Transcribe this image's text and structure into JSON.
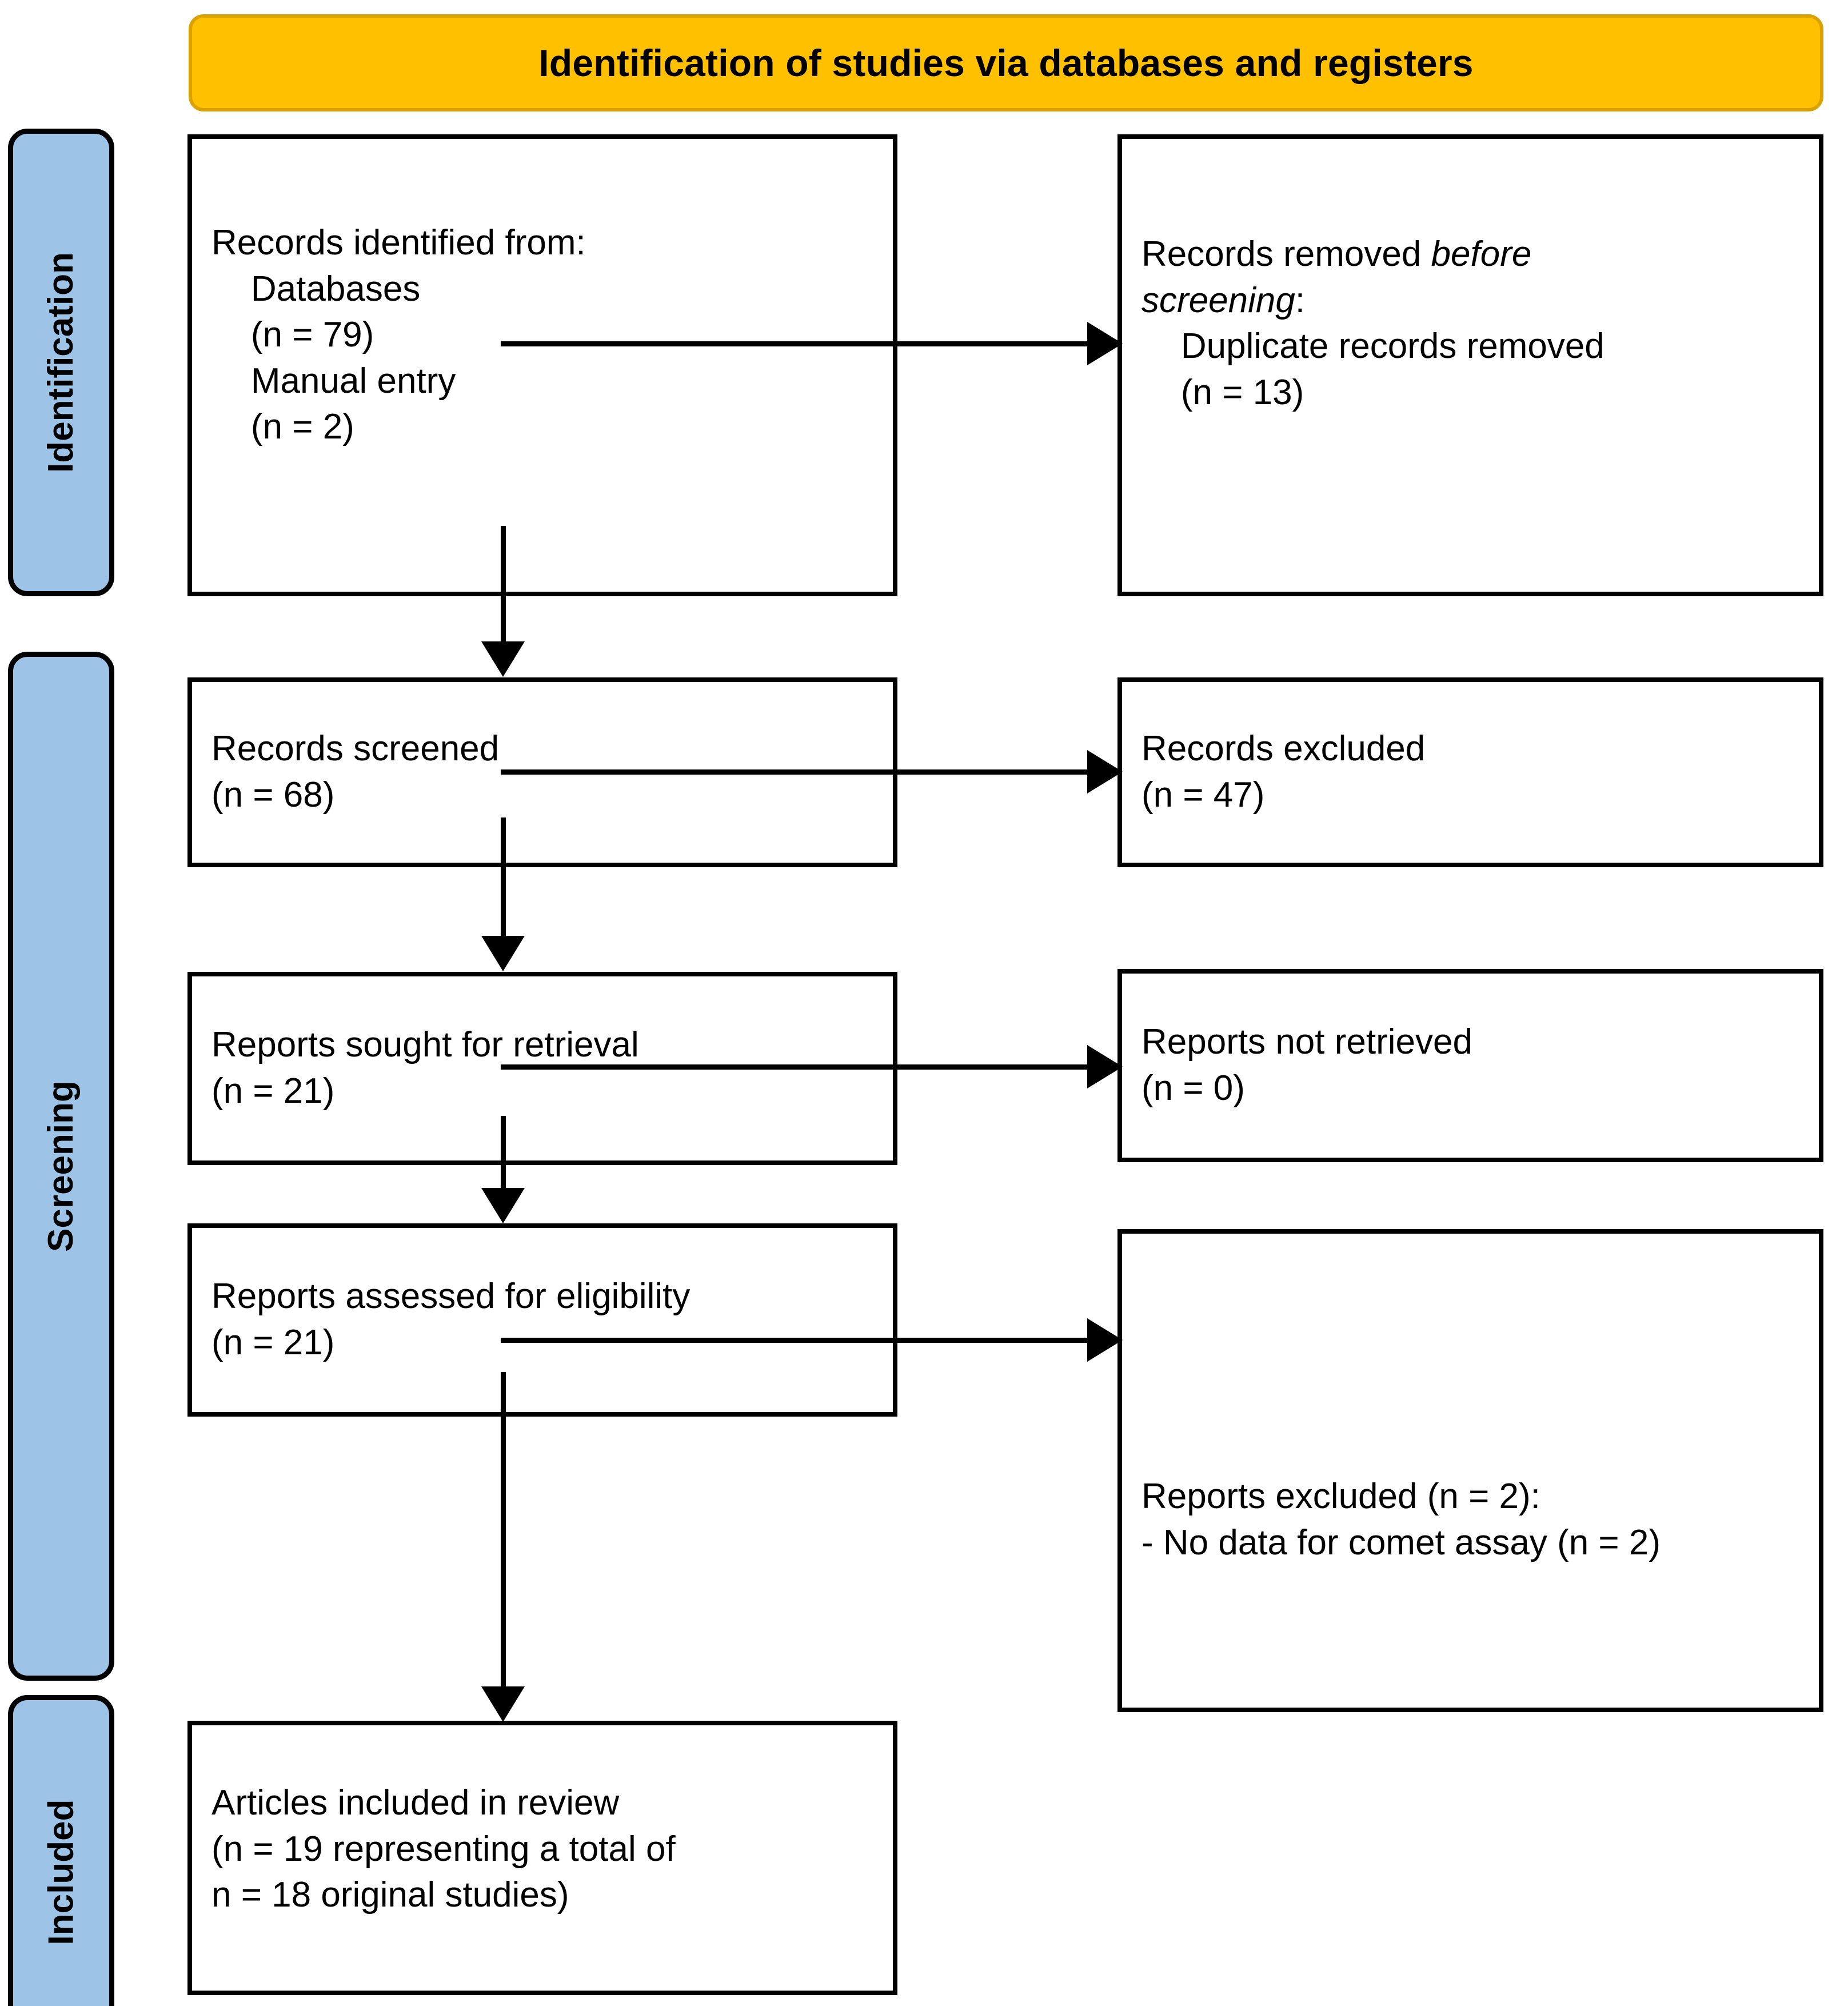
{
  "banner": {
    "title": "Identification of studies via databases and registers",
    "background": "#FFC000",
    "border": "#D9A200"
  },
  "rails": {
    "background": "#9DC3E6",
    "items": [
      {
        "id": "identification",
        "label": "Identification"
      },
      {
        "id": "screening",
        "label": "Screening"
      },
      {
        "id": "included",
        "label": "Included"
      }
    ]
  },
  "boxes": {
    "identified": {
      "line1": "Records identified from:",
      "line2": "    Databases",
      "line3": "    (n = 79)",
      "line4": "    Manual entry",
      "line5": "    (n = 2)"
    },
    "removed": {
      "line1_plain": "Records removed ",
      "line1_italic": "before",
      "line2_italic": "screening",
      "line2_plain": ":",
      "line3": "    Duplicate records removed",
      "line4": "    (n = 13)"
    },
    "screened": {
      "line1": "Records screened",
      "line2": "(n = 68)"
    },
    "excluded_screen": {
      "line1": "Records excluded",
      "line2": "(n = 47)"
    },
    "sought": {
      "line1": "Reports sought for retrieval",
      "line2": "(n = 21)"
    },
    "not_retrieved": {
      "line1": "Reports not retrieved",
      "line2": "(n = 0)"
    },
    "assessed": {
      "line1": "Reports assessed for eligibility",
      "line2": "(n = 21)"
    },
    "excluded_eligibility": {
      "line1": "Reports excluded (n = 2):",
      "line2": "- No data for comet assay (n = 2)"
    },
    "included": {
      "line1": "Articles included in review",
      "line2": "(n = 19 representing a total of",
      "line3": "n = 18 original studies)"
    }
  },
  "chart_data": {
    "type": "diagram",
    "title": "Identification of studies via databases and registers",
    "stages": [
      {
        "stage": "Identification",
        "nodes": [
          {
            "label": "Records identified from: Databases",
            "n": 79
          },
          {
            "label": "Records identified from: Manual entry",
            "n": 2
          },
          {
            "label": "Records removed before screening: Duplicate records removed",
            "n": 13
          }
        ]
      },
      {
        "stage": "Screening",
        "nodes": [
          {
            "label": "Records screened",
            "n": 68
          },
          {
            "label": "Records excluded",
            "n": 47
          },
          {
            "label": "Reports sought for retrieval",
            "n": 21
          },
          {
            "label": "Reports not retrieved",
            "n": 0
          },
          {
            "label": "Reports assessed for eligibility",
            "n": 21
          },
          {
            "label": "Reports excluded",
            "n": 2
          },
          {
            "label": "No data for comet assay",
            "n": 2
          }
        ]
      },
      {
        "stage": "Included",
        "nodes": [
          {
            "label": "Articles included in review",
            "n": 19
          },
          {
            "label": "Original studies represented",
            "n": 18
          }
        ]
      }
    ]
  }
}
